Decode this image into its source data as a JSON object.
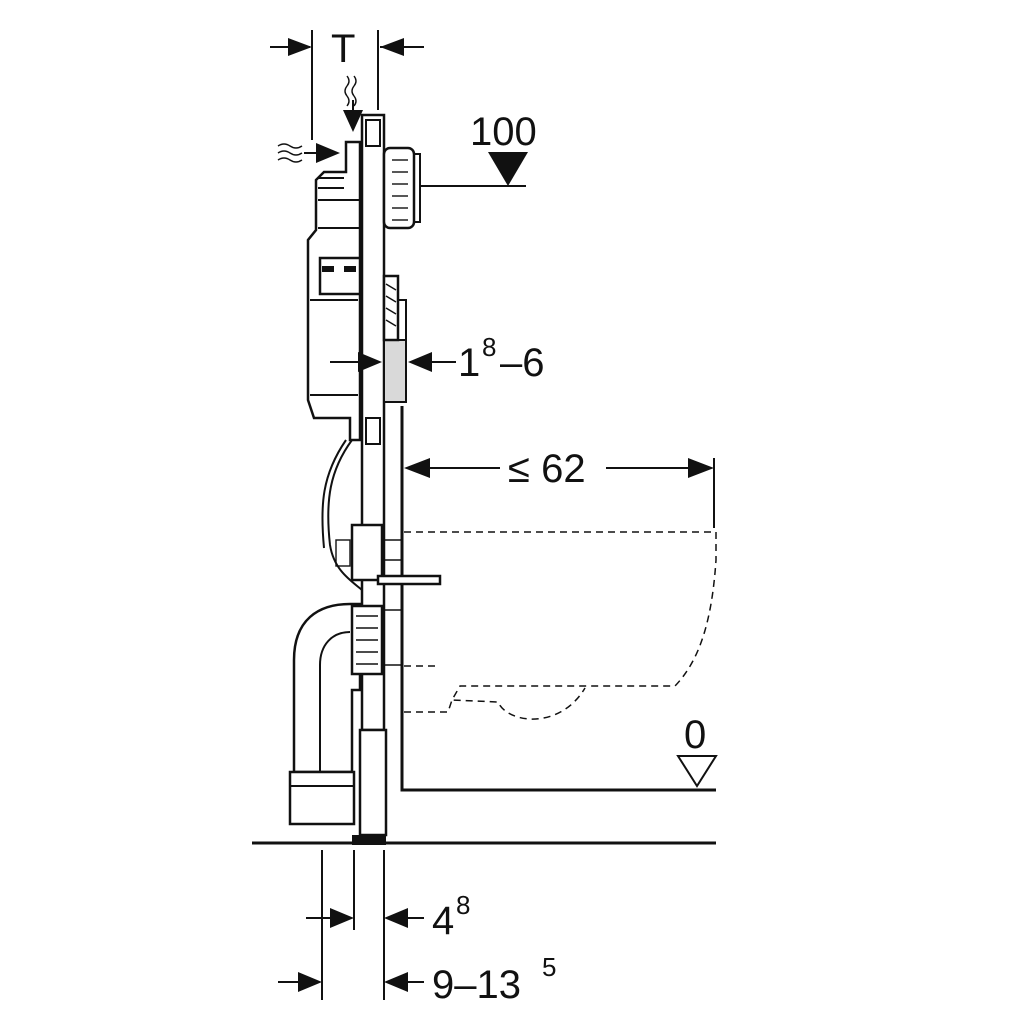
{
  "dimensions": {
    "depth_label": "T",
    "flush_height_label": "100",
    "wall_thickness_base": "1",
    "wall_thickness_sup": "8",
    "wall_thickness_tail": "–6",
    "bowl_projection_label": "≤ 62",
    "floor_reference_label": "0",
    "foot_depth_base": "4",
    "foot_depth_sup": "8",
    "frame_depth_base": "9–13",
    "frame_depth_sup": "5"
  },
  "icons": [
    "water-supply-icon",
    "drain-flow-icon",
    "level-marker-icon"
  ]
}
